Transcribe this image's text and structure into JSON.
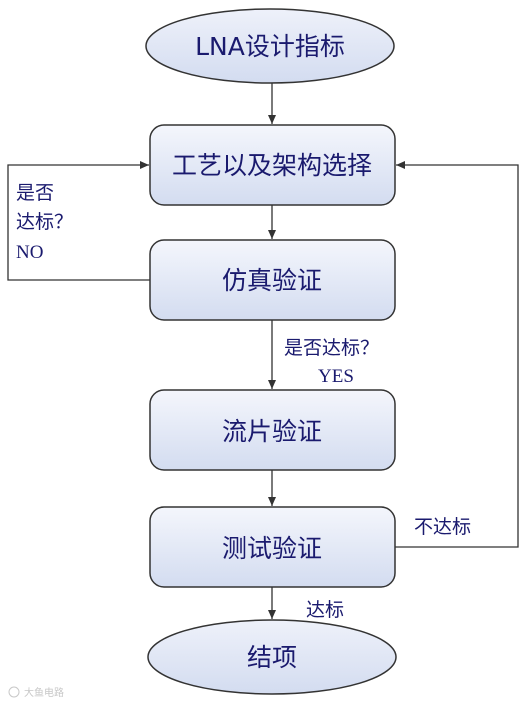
{
  "nodes": {
    "start": "LNA设计指标",
    "process_select": "工艺以及架构选择",
    "simulation": "仿真验证",
    "tapeout": "流片验证",
    "test": "测试验证",
    "end": "结项"
  },
  "labels": {
    "no_line1": "是否",
    "no_line2": "达标？",
    "no_line3": "NO",
    "yes_line1": "是否达标？",
    "yes_line2": "YES",
    "not_pass": "不达标",
    "pass": "达标"
  },
  "watermark": "大鱼电路",
  "colors": {
    "node_fill_top": "#f4f6fc",
    "node_fill_bottom": "#d3dcf0",
    "stroke": "#333333",
    "text": "#1a1a6e"
  }
}
